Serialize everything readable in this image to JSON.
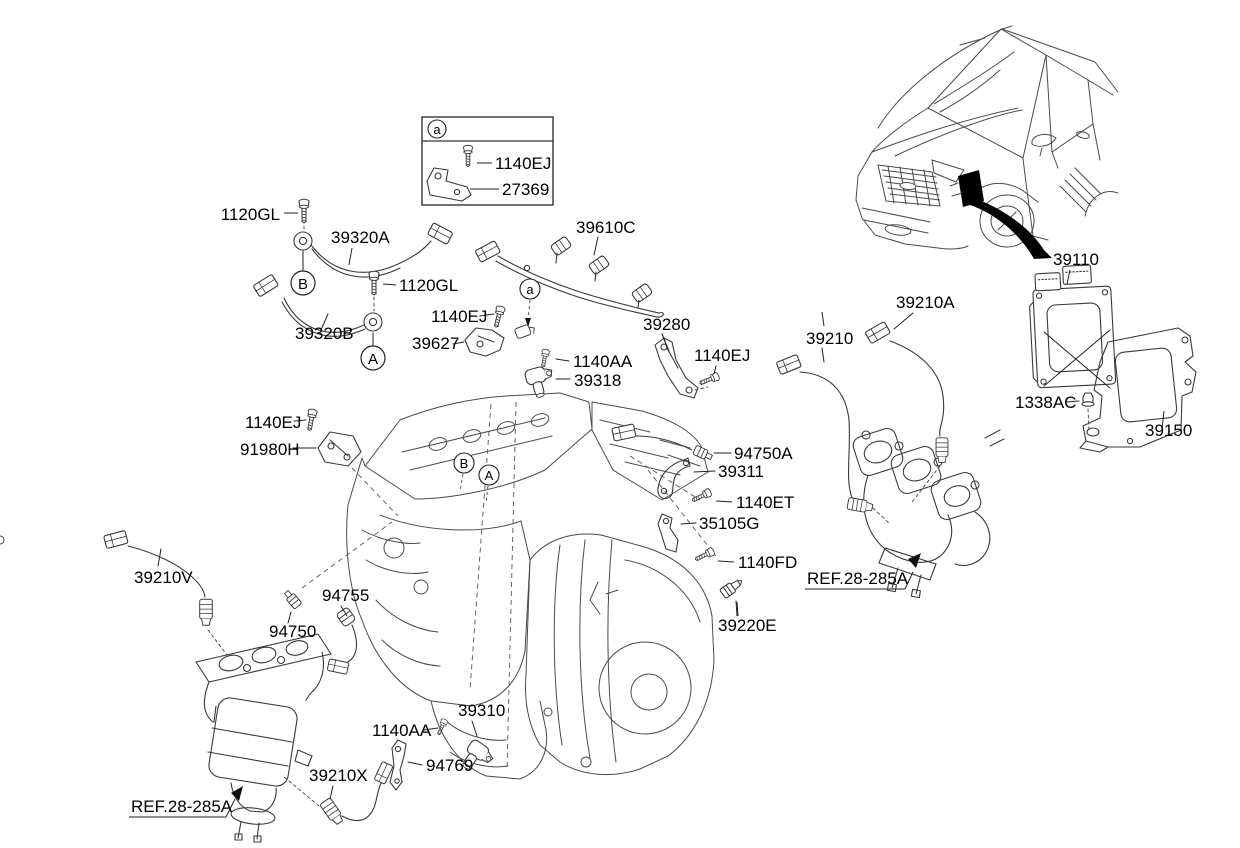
{
  "colors": {
    "background": "#ffffff",
    "line_art": "#3a3a3a",
    "text": "#000000",
    "arrow_fill": "#000000"
  },
  "labels": {
    "l_1120gl_1": "1120GL",
    "l_39320a": "39320A",
    "l_1140ej_inset": "1140EJ",
    "l_27369": "27369",
    "l_39610c": "39610C",
    "l_1120gl_2": "1120GL",
    "l_39320b": "39320B",
    "l_1140ej_1": "1140EJ",
    "l_39627": "39627",
    "l_1140aa_1": "1140AA",
    "l_39318": "39318",
    "l_39280": "39280",
    "l_1140ej_2": "1140EJ",
    "l_39210": "39210",
    "l_39210a": "39210A",
    "l_1140ej_3": "1140EJ",
    "l_91980h": "91980H",
    "l_94750a": "94750A",
    "l_39311": "39311",
    "l_1140et": "1140ET",
    "l_35105g": "35105G",
    "l_1140fd": "1140FD",
    "l_39220e": "39220E",
    "l_39210v": "39210V",
    "l_94750": "94750",
    "l_94755": "94755",
    "l_ref_left": "REF.28-285A",
    "l_39210x": "39210X",
    "l_1140aa_2": "1140AA",
    "l_39310": "39310",
    "l_94769": "94769",
    "l_ref_right": "REF.28-285A",
    "l_39110": "39110",
    "l_1338ac": "1338AC",
    "l_39150": "39150"
  },
  "callouts": {
    "inset_a": "a",
    "harness_a": "a",
    "knock_b": "B",
    "knock_a": "A",
    "engine_b": "B",
    "engine_a": "A"
  }
}
